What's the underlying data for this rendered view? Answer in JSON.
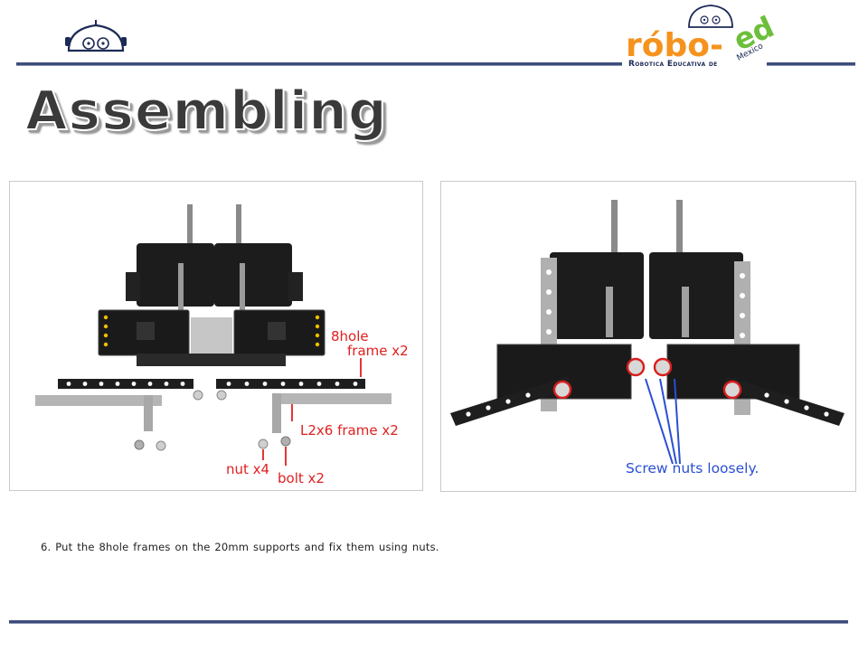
{
  "slide": {
    "title": "Assembling",
    "caption": "6. Put the 8hole frames on the 20mm supports and fix them using nuts."
  },
  "logo": {
    "wordmark_left": "róbo-",
    "wordmark_right": "ed",
    "subtitle": "Robotica Educativa de",
    "country": "Mexico",
    "colors": {
      "orange": "#f5931e",
      "green": "#6cbf3a",
      "navy": "#1d2a55"
    }
  },
  "left_image": {
    "annotations": {
      "hole_frame_line1": "8hole",
      "hole_frame_line2": "frame x2",
      "l_frame": "L2x6 frame x2",
      "nut": "nut x4",
      "bolt": "bolt x2"
    }
  },
  "right_image": {
    "annotations": {
      "screw_note": "Screw nuts loosely."
    }
  },
  "colors": {
    "rule": "#3d4d7a",
    "annotation_red": "#e02020",
    "annotation_blue": "#2a4fd4"
  }
}
